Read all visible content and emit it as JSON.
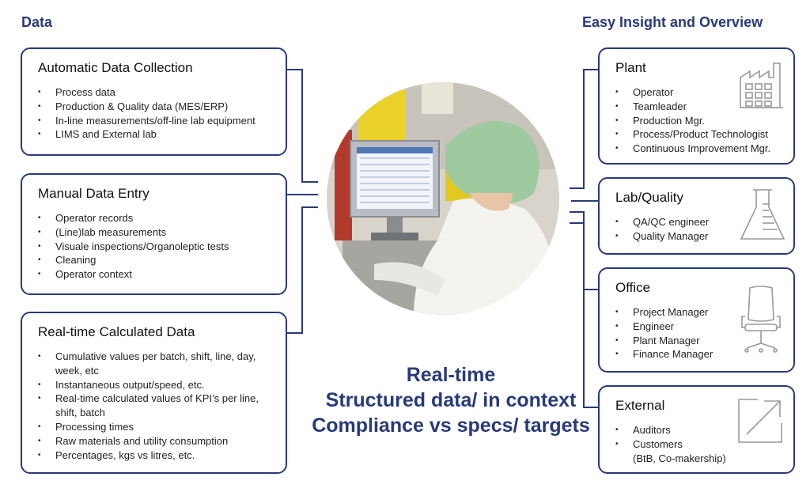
{
  "left_title": "Data",
  "right_title": "Easy Insight and Overview",
  "left_boxes": [
    {
      "title": "Automatic Data Collection",
      "items": [
        "Process data",
        "Production & Quality data (MES/ERP)",
        "In-line measurements/off-line lab equipment",
        "LIMS and External lab"
      ]
    },
    {
      "title": "Manual Data Entry",
      "items": [
        "Operator records",
        "(Line)lab measurements",
        "Visuale inspections/Organoleptic tests",
        "Cleaning",
        "Operator context"
      ]
    },
    {
      "title": "Real-time Calculated Data",
      "items": [
        "Cumulative values per batch, shift, line, day,",
        "week, etc",
        "Instantaneous output/speed, etc.",
        "Real-time calculated values of KPI’s per line,",
        "shift, batch",
        "Processing times",
        "Raw materials and utility consumption",
        "Percentages, kgs vs litres, etc."
      ]
    }
  ],
  "right_boxes": [
    {
      "title": "Plant",
      "icon": "factory-icon",
      "items": [
        "Operator",
        "Teamleader",
        "Production Mgr.",
        "Process/Product Technologist",
        "Continuous Improvement Mgr."
      ]
    },
    {
      "title": "Lab/Quality",
      "icon": "flask-icon",
      "items": [
        "QA/QC engineer",
        "Quality Manager"
      ]
    },
    {
      "title": "Office",
      "icon": "office-chair-icon",
      "items": [
        "Project Manager",
        "Engineer",
        "Plant Manager",
        "Finance Manager"
      ]
    },
    {
      "title": "External",
      "icon": "external-link-icon",
      "items": [
        "Auditors",
        "Customers",
        "(BtB, Co-makership)"
      ]
    }
  ],
  "center_lines": [
    "Real-time",
    "Structured data/ in context",
    "Compliance vs specs/ targets"
  ],
  "colors": {
    "accent": "#283a7a"
  }
}
